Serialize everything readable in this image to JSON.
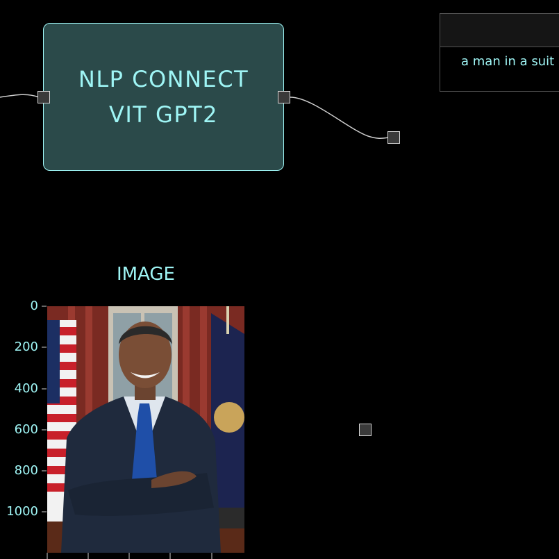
{
  "node": {
    "title": "NLP CONNECT VIT GPT2"
  },
  "text_output": {
    "text": "a man in a suit a"
  },
  "image_panel": {
    "title": "IMAGE",
    "y_ticks": [
      "0",
      "200",
      "400",
      "600",
      "800",
      "1000"
    ]
  },
  "colors": {
    "accent": "#9ff5f5",
    "node_fill": "#2b4a4a",
    "background": "#000000",
    "port_fill": "#3a3a3a"
  }
}
